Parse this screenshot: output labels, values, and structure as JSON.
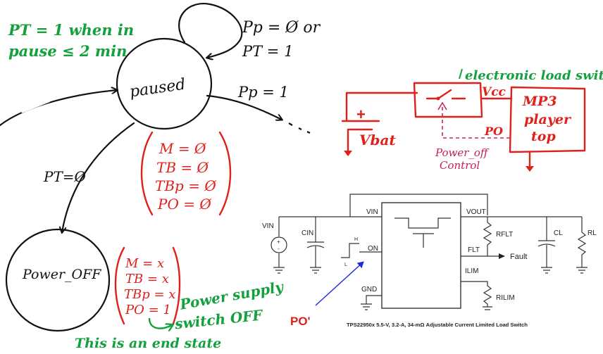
{
  "states": {
    "paused": "paused",
    "power_off": "Power_OFF"
  },
  "transitions": {
    "self_loop_line1": "Pp = Ø or",
    "self_loop_line2": "PT = 1",
    "to_next": "Pp = 1",
    "to_power_off": "PT=Ø"
  },
  "notes": {
    "pt_line1": "PT = 1 when in",
    "pt_line2": "pause ≤ 2 min",
    "power_supply_line1": "Power supply",
    "power_supply_line2": "switch OFF",
    "end_state": "This is an end state"
  },
  "paused_outputs": [
    "M = Ø",
    "TB = Ø",
    "TBp = Ø",
    "PO = Ø"
  ],
  "power_off_outputs": [
    "M = x",
    "TB = x",
    "TBp = x",
    "PO = 1"
  ],
  "red_circuit": {
    "title": "electronic load switch",
    "battery_plus": "+",
    "battery_label": "Vbat",
    "vcc": "Vcc",
    "po": "PO",
    "box_line1": "MP3",
    "box_line2": "player",
    "box_line3": "top",
    "control_line1": "Power_off",
    "control_line2": "Control"
  },
  "schematic": {
    "vin_source": "VIN",
    "cin": "CIN",
    "pin_vin": "VIN",
    "pin_on": "ON",
    "pin_gnd": "GND",
    "pin_vout": "VOUT",
    "pin_flt": "FLT",
    "pin_ilim": "ILIM",
    "rflt": "RFLT",
    "rilim": "RILIM",
    "cl": "CL",
    "rl": "RL",
    "fault": "Fault",
    "step_h": "H",
    "step_l": "L",
    "source_plus": "+",
    "source_minus": "-",
    "caption": "TPS22950x 5.5-V, 3.2-A, 34-mΩ Adjustable Current Limited Load Switch"
  },
  "po_prime": "PO'"
}
